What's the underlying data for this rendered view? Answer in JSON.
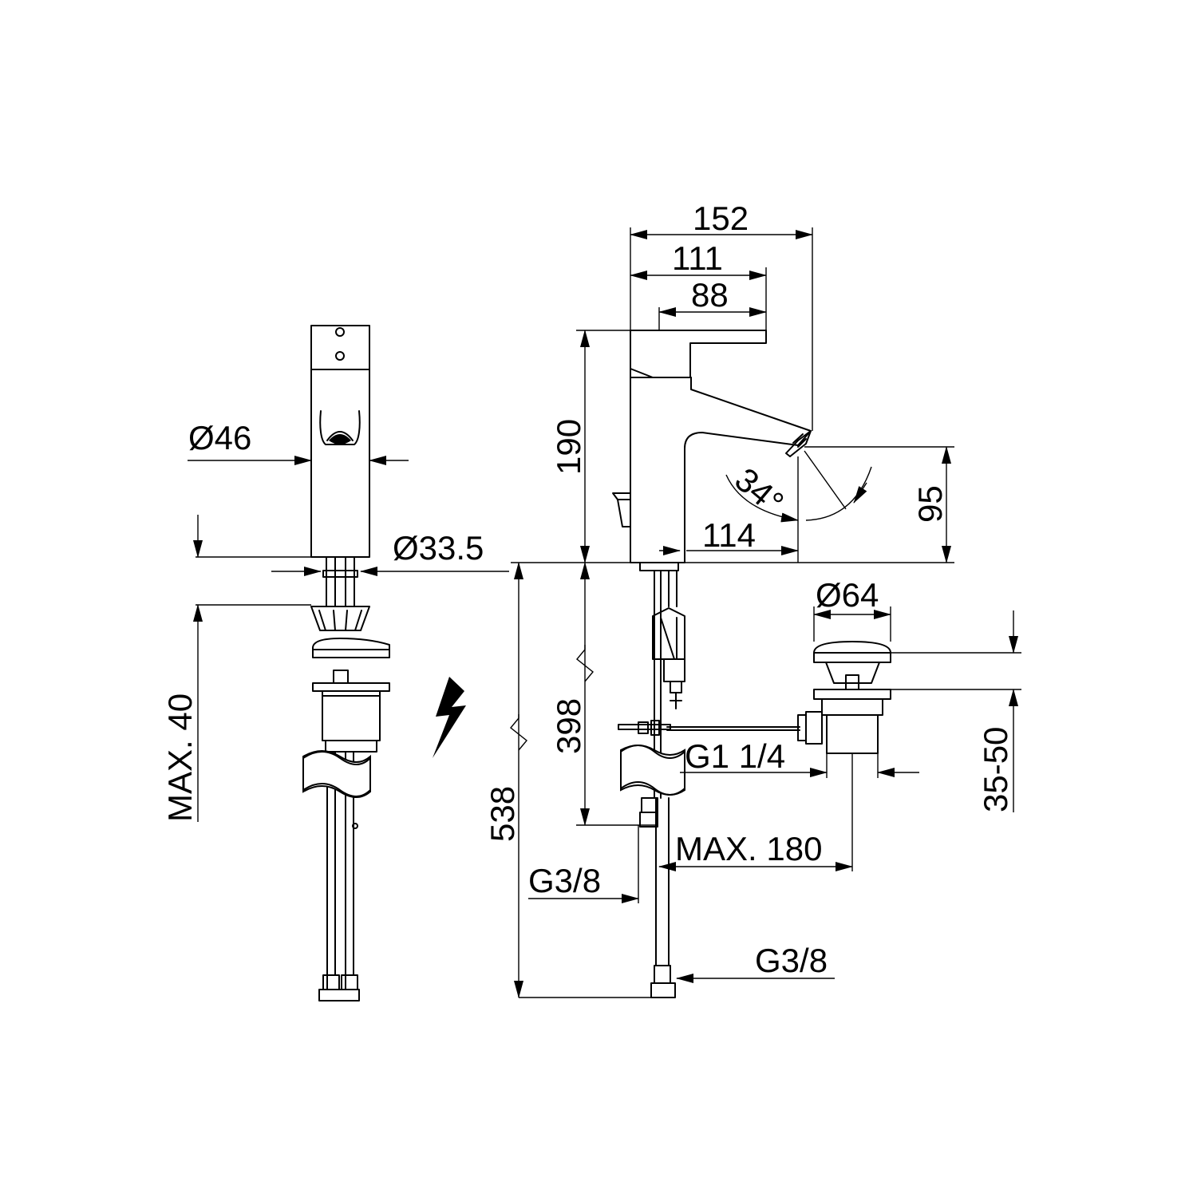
{
  "labels": {
    "diameter_46": "Ø46",
    "diameter_33_5": "Ø33.5",
    "max_40": "MAX. 40",
    "width_152": "152",
    "width_111": "111",
    "width_88": "88",
    "height_190": "190",
    "angle_34": "34°",
    "height_95": "95",
    "reach_114": "114",
    "diameter_64": "Ø64",
    "length_538": "538",
    "length_398": "398",
    "thread_g1_1_4": "G1 1/4",
    "range_35_50": "35-50",
    "max_180": "MAX. 180",
    "thread_g3_8_upper": "G3/8",
    "thread_g3_8_lower": "G3/8"
  },
  "icons": {
    "electric_warning": "lightning-bolt-icon"
  },
  "colors": {
    "line": "#000000",
    "background": "#ffffff"
  }
}
